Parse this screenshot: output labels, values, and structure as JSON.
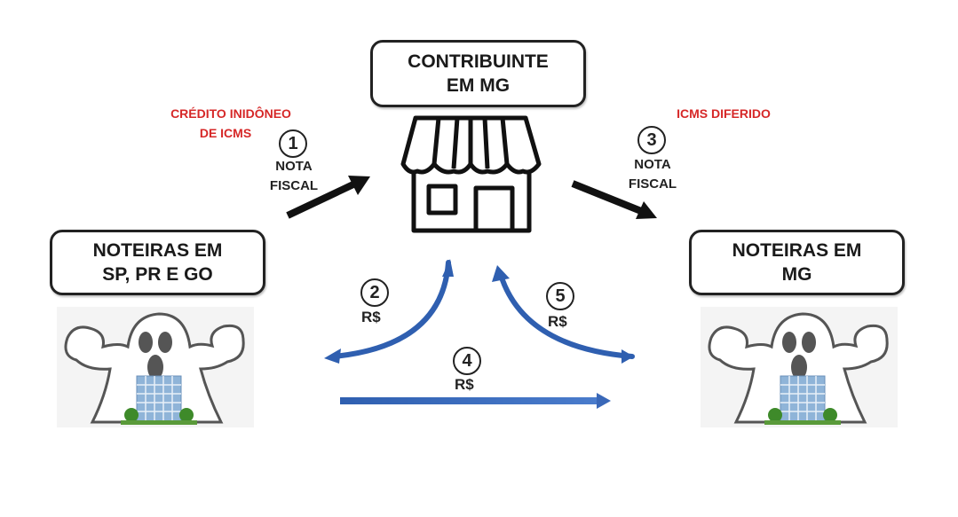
{
  "nodes": {
    "contribuinte": {
      "line1": "CONTRIBUINTE",
      "line2": "EM MG",
      "icon": "store-icon"
    },
    "noteiras_sp": {
      "line1": "NOTEIRAS EM",
      "line2": "SP, PR E GO",
      "icon": "ghost-company-icon"
    },
    "noteiras_mg": {
      "line1": "NOTEIRAS EM",
      "line2": "MG",
      "icon": "ghost-company-icon"
    }
  },
  "annotations": {
    "credito_line1": "CRÉDITO INIDÔNEO",
    "credito_line2": "DE ICMS",
    "icms_diferido": "ICMS DIFERIDO"
  },
  "flows": [
    {
      "step": "1",
      "label_line1": "NOTA",
      "label_line2": "FISCAL",
      "from": "noteiras_sp",
      "to": "contribuinte"
    },
    {
      "step": "2",
      "label": "R$",
      "from": "contribuinte",
      "to": "noteiras_sp"
    },
    {
      "step": "3",
      "label_line1": "NOTA",
      "label_line2": "FISCAL",
      "from": "contribuinte",
      "to": "noteiras_mg"
    },
    {
      "step": "4",
      "label": "R$",
      "from": "noteiras_sp",
      "to": "noteiras_mg"
    },
    {
      "step": "5",
      "label": "R$",
      "from": "noteiras_mg",
      "to": "contribuinte"
    }
  ],
  "colors": {
    "red_text": "#d62828",
    "flow_blue": "#3a68b8",
    "dark": "#1a1a1a"
  }
}
